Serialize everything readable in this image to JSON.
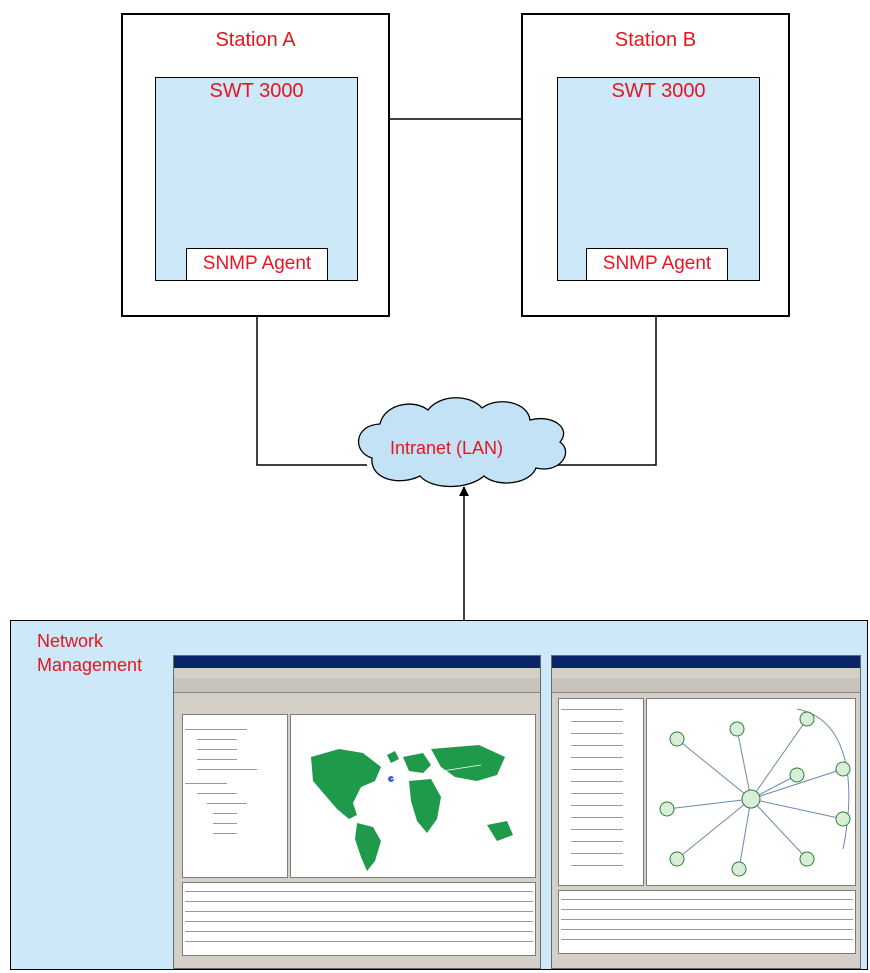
{
  "stations": [
    {
      "title": "Station A",
      "device": "SWT 3000",
      "agent": "SNMP Agent"
    },
    {
      "title": "Station B",
      "device": "SWT 3000",
      "agent": "SNMP Agent"
    }
  ],
  "network": {
    "label": "Intranet (LAN)"
  },
  "management": {
    "title": "Network\nManagement"
  },
  "colors": {
    "label_red": "#e8141e",
    "device_fill": "#cde8f8",
    "map_green": "#1f9a4a",
    "window_titlebar": "#0a246a"
  }
}
